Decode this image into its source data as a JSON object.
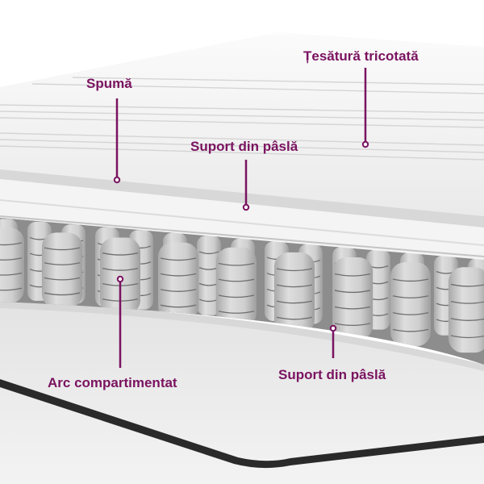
{
  "colors": {
    "accent": "#7a1360",
    "cover": "#f2f2f2",
    "spring": "#c9c9c9",
    "base_edge": "#2a2a2a"
  },
  "labels": {
    "fabric": "Țesătură tricotată",
    "foam": "Spumă",
    "felt_top": "Suport din pâslă",
    "spring": "Arc compartimentat",
    "felt_bottom": "Suport din pâslă"
  }
}
